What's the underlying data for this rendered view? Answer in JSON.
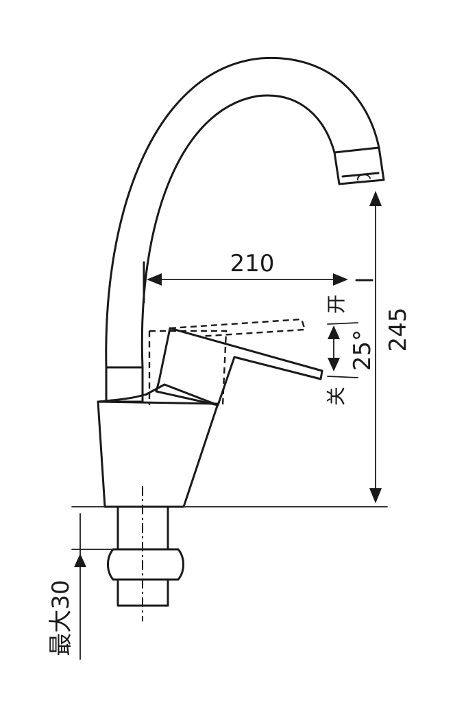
{
  "dimensions": {
    "reach": "210",
    "height": "245",
    "lever_angle": "25°",
    "max_deck_thickness": "最大30"
  },
  "lever_positions": {
    "open": "开",
    "closed": "关"
  }
}
